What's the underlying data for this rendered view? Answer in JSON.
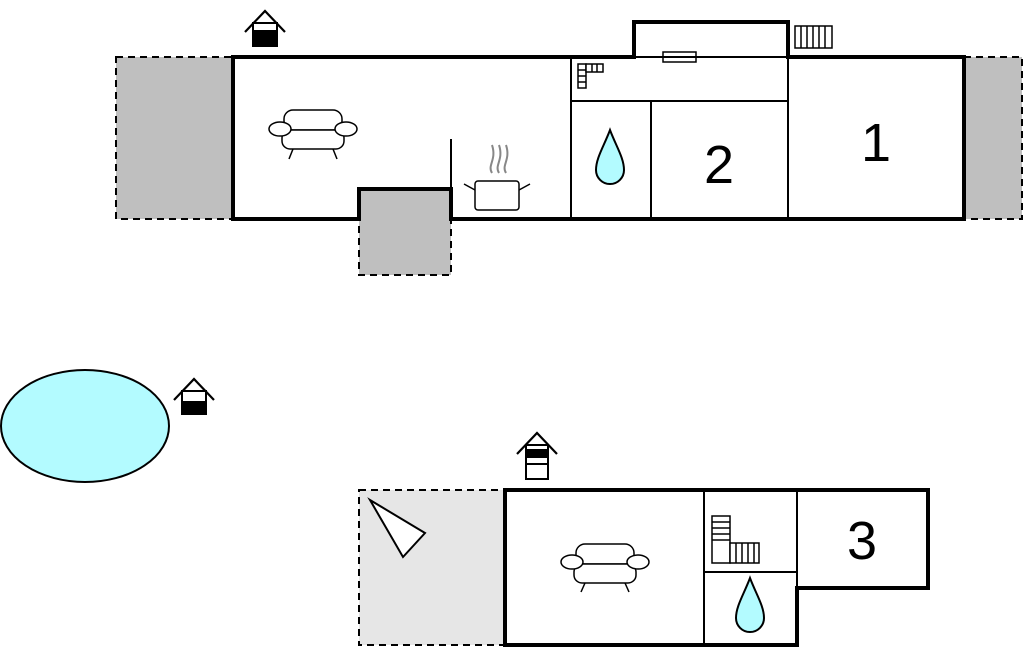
{
  "floorplan": {
    "rooms": [
      {
        "number": "1"
      },
      {
        "number": "2"
      },
      {
        "number": "3"
      }
    ],
    "colors": {
      "terrace": "#bfbfbf",
      "terrace_light": "#e6e6e6",
      "water": "#b3fbff",
      "wall": "#000000",
      "background": "#ffffff"
    },
    "icons": [
      "entrance-icon",
      "sofa-icon",
      "kitchen-pot-icon",
      "bathroom-drop-icon",
      "stairs-icon",
      "sun-lounger-icon",
      "pool"
    ]
  }
}
